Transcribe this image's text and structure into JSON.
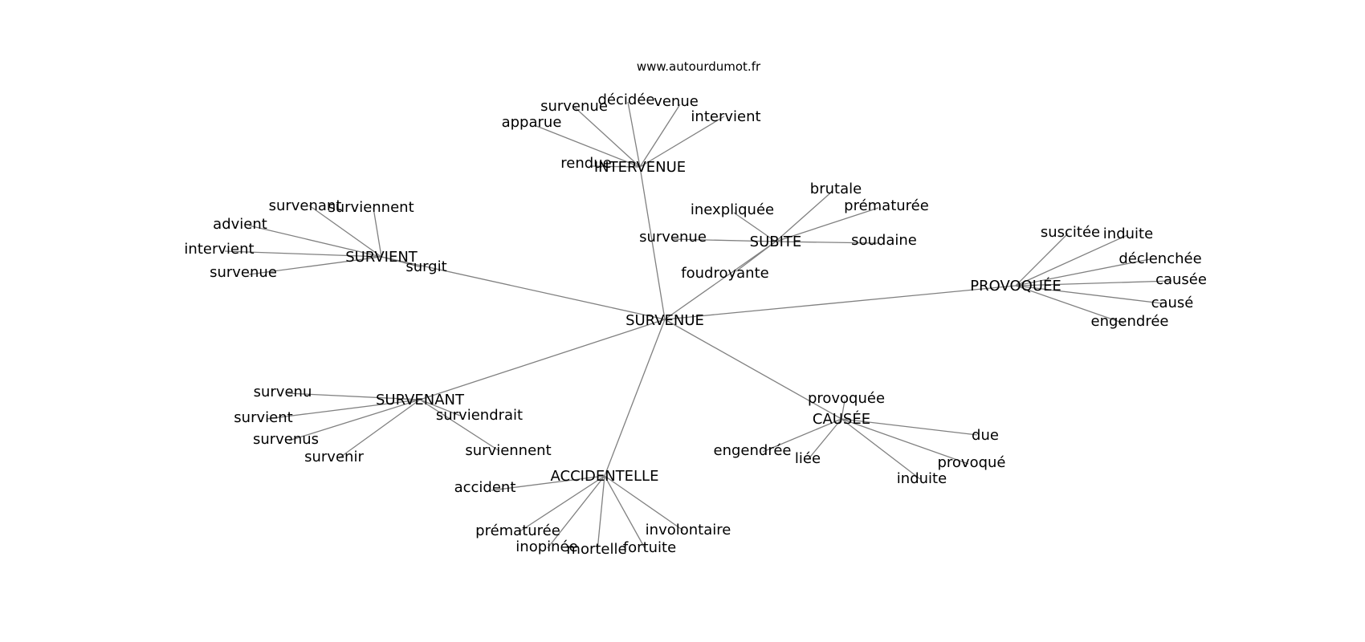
{
  "watermark": "www.autourdumot.fr",
  "edge_color": "#808080",
  "text_color": "#000000",
  "graph": {
    "center": "SURVENUE",
    "groups": [
      {
        "hub": "INTERVENUE",
        "leaves": [
          "apparue",
          "survenue",
          "décidée",
          "venue",
          "intervient",
          "rendue"
        ]
      },
      {
        "hub": "SURVIENT",
        "leaves": [
          "survenant",
          "surviennent",
          "advient",
          "intervient",
          "survenue",
          "surgit"
        ]
      },
      {
        "hub": "SUBITE",
        "leaves": [
          "brutale",
          "inexpliquée",
          "prématurée",
          "survenue",
          "soudaine",
          "foudroyante"
        ]
      },
      {
        "hub": "PROVOQUÉE",
        "leaves": [
          "suscitée",
          "induite",
          "déclenchée",
          "causée",
          "causé",
          "engendrée"
        ]
      },
      {
        "hub": "SURVENANT",
        "leaves": [
          "survenu",
          "survient",
          "survenus",
          "survenir",
          "surviendrait",
          "surviennent"
        ]
      },
      {
        "hub": "CAUSÉE",
        "leaves": [
          "provoquée",
          "engendrée",
          "liée",
          "due",
          "provoqué",
          "induite"
        ]
      },
      {
        "hub": "ACCIDENTELLE",
        "leaves": [
          "accident",
          "prématurée",
          "inopinée",
          "mortelle",
          "fortuite",
          "involontaire"
        ]
      }
    ]
  }
}
